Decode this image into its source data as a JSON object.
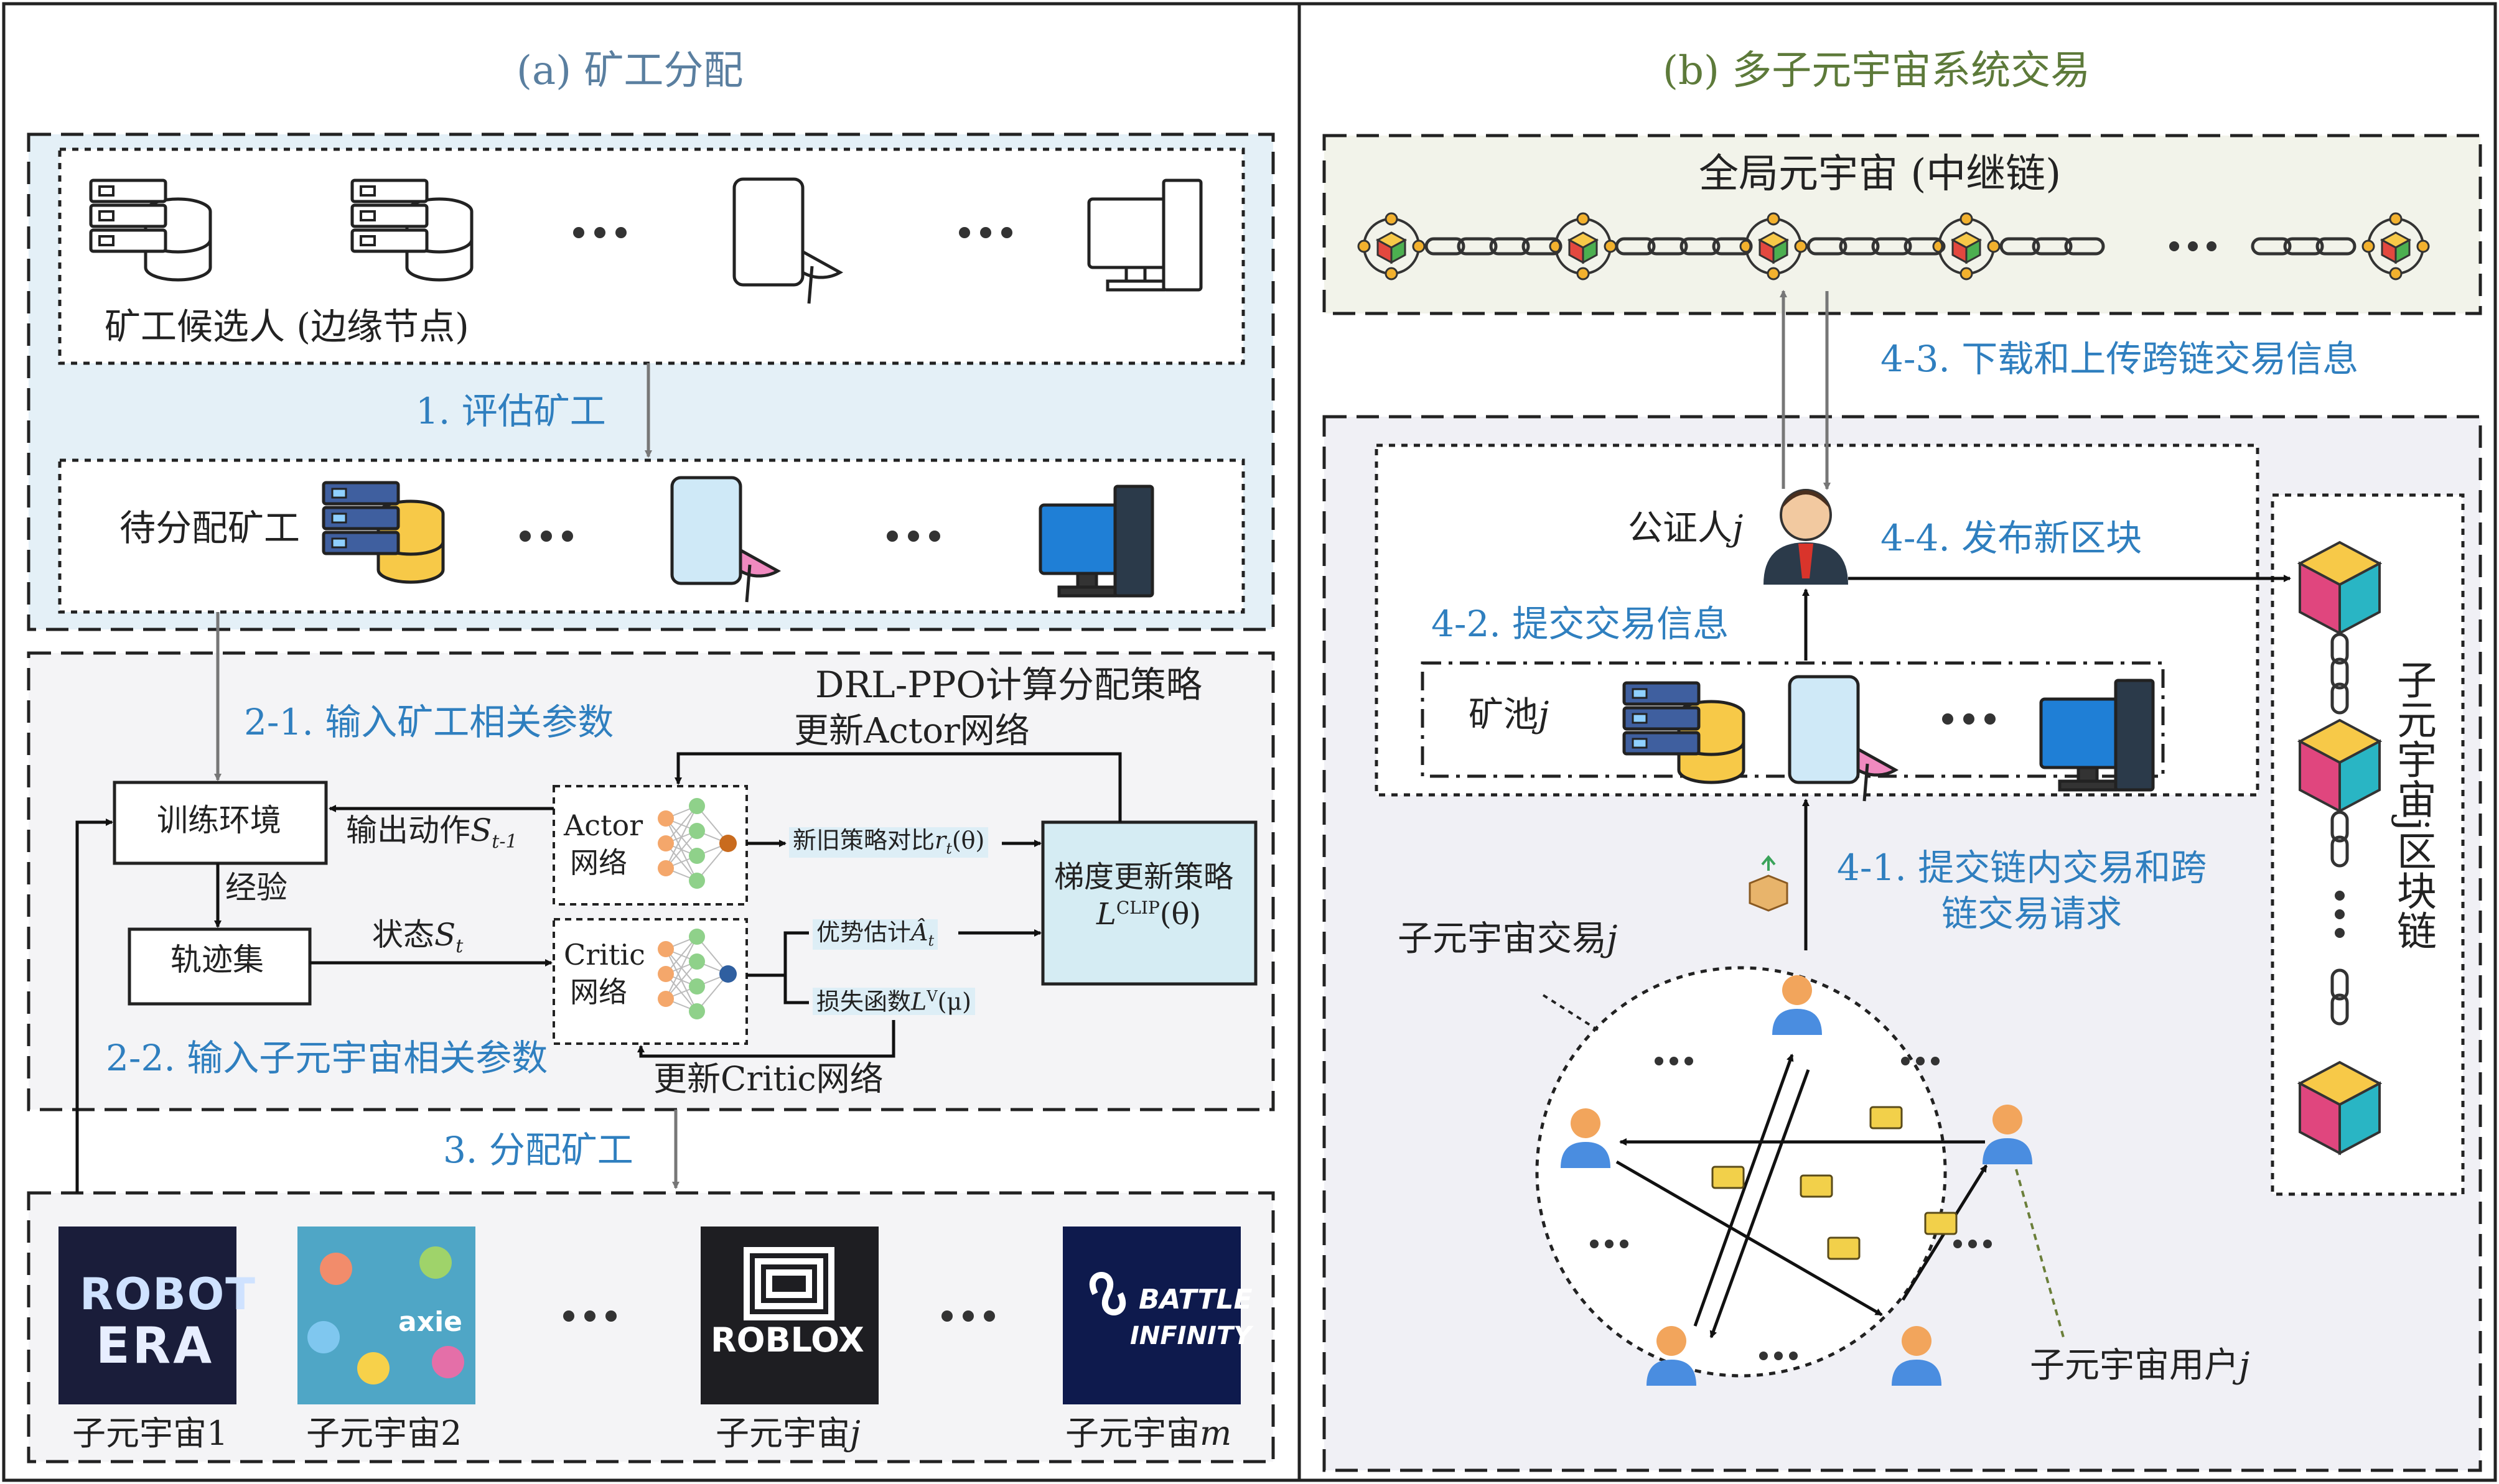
{
  "panel_a": {
    "title": "(a) 矿工分配",
    "candidates_label": "矿工候选人 (边缘节点)",
    "step1": "1. 评估矿工",
    "pending_label": "待分配矿工",
    "step2_1": "2-1. 输入矿工相关参数",
    "drl_label": "DRL-PPO计算分配策略",
    "update_actor": "更新Actor网络",
    "train_env": "训练环境",
    "output_action": "输出动作",
    "output_action_var": "S",
    "output_action_sub": "t-1",
    "experience": "经验",
    "trajectory": "轨迹集",
    "state": "状态",
    "state_var": "S",
    "state_sub": "t",
    "actor_line1": "Actor",
    "actor_line2": "网络",
    "critic_line1": "Critic",
    "critic_line2": "网络",
    "ratio_label": "新旧策略对比",
    "ratio_math": "r",
    "ratio_sub": "t",
    "ratio_arg": "(θ)",
    "adv_label": "优势估计",
    "adv_math": "Â",
    "adv_sub": "t",
    "loss_label": "损失函数",
    "loss_math": "L",
    "loss_sup": "V",
    "loss_arg": "(μ)",
    "grad_line1": "梯度更新策略",
    "grad_math": "L",
    "grad_sup": "CLIP",
    "grad_arg": "(θ)",
    "step2_2": "2-2. 输入子元宇宙相关参数",
    "update_critic": "更新Critic网络",
    "step3": "3. 分配矿工",
    "metaverses": [
      {
        "name": "子元宇宙1",
        "logo_line1": "ROBOT",
        "logo_line2": "ERA"
      },
      {
        "name": "子元宇宙2",
        "logo_line1": "axie",
        "logo_line2": ""
      },
      {
        "name": "子元宇宙",
        "var": "j",
        "logo_line1": "ROBLOX",
        "logo_line2": ""
      },
      {
        "name": "子元宇宙",
        "var": "m",
        "logo_line1": "BATTLE",
        "logo_line2": "INFINITY"
      }
    ],
    "dots": "• • •"
  },
  "panel_b": {
    "title": "(b) 多子元宇宙系统交易",
    "global_label": "全局元宇宙 (中继链)",
    "step4_3": "4-3. 下载和上传跨链交易信息",
    "notary": "公证人",
    "notary_var": "j",
    "step4_4": "4-4. 发布新区块",
    "step4_2": "4-2. 提交交易信息",
    "pool": "矿池",
    "pool_var": "j",
    "step4_1_line1": "4-1. 提交链内交易和跨",
    "step4_1_line2": "链交易请求",
    "sub_tx": "子元宇宙交易",
    "sub_tx_var": "j",
    "sub_user": "子元宇宙用户",
    "sub_user_var": "j",
    "sub_chain": "子元宇宙j区块链",
    "dots": "• • •"
  },
  "colors": {
    "blue_text": "#2f7fbf",
    "caption_a": "#5a7fa0",
    "caption_b": "#5d7a3a",
    "light_blue_band": "#e4f0f7",
    "grey_panel": "#f0f0f5",
    "gradient_box": "#d5ecf3"
  }
}
